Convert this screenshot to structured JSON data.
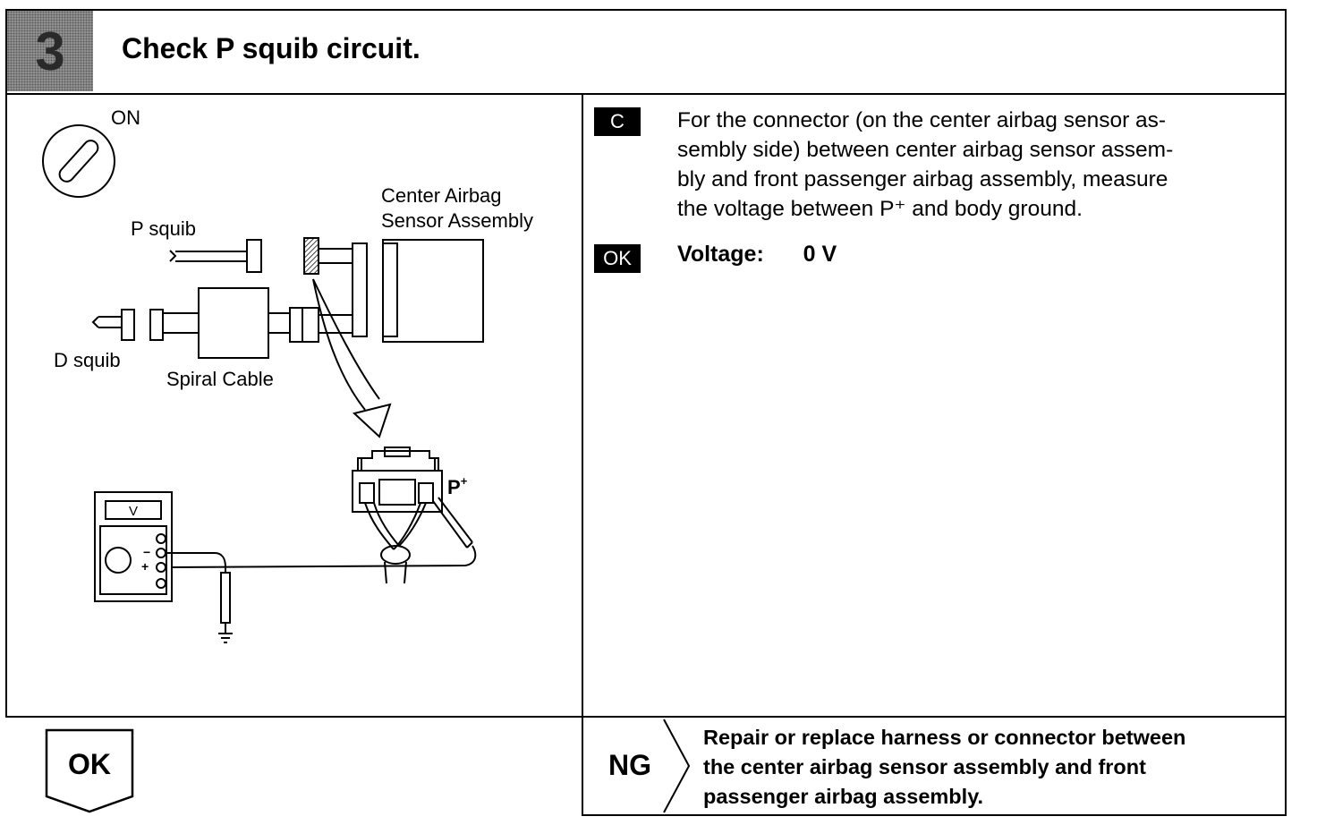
{
  "header": {
    "step_number": "3",
    "title": "Check P squib circuit."
  },
  "diagram": {
    "ignition_label": "ON",
    "center_airbag_label_line1": "Center Airbag",
    "center_airbag_label_line2": "Sensor Assembly",
    "p_squib_label": "P squib",
    "d_squib_label": "D squib",
    "spiral_cable_label": "Spiral Cable",
    "terminal_label": "P",
    "terminal_superscript": "+",
    "meter_display": "V"
  },
  "procedure": {
    "check_tag": "C",
    "instruction_lines": [
      "For the connector (on the center airbag sensor as-",
      "sembly side) between center airbag sensor assem-",
      "bly and front passenger airbag assembly, measure",
      "the voltage between P⁺ and body ground."
    ],
    "ok_tag": "OK",
    "spec_label": "Voltage:",
    "spec_value": "0 V"
  },
  "results": {
    "ok_label": "OK",
    "ng_label": "NG",
    "ng_action_lines": [
      "Repair or replace harness or connector between",
      "the center airbag sensor assembly and front",
      "passenger airbag assembly."
    ]
  }
}
